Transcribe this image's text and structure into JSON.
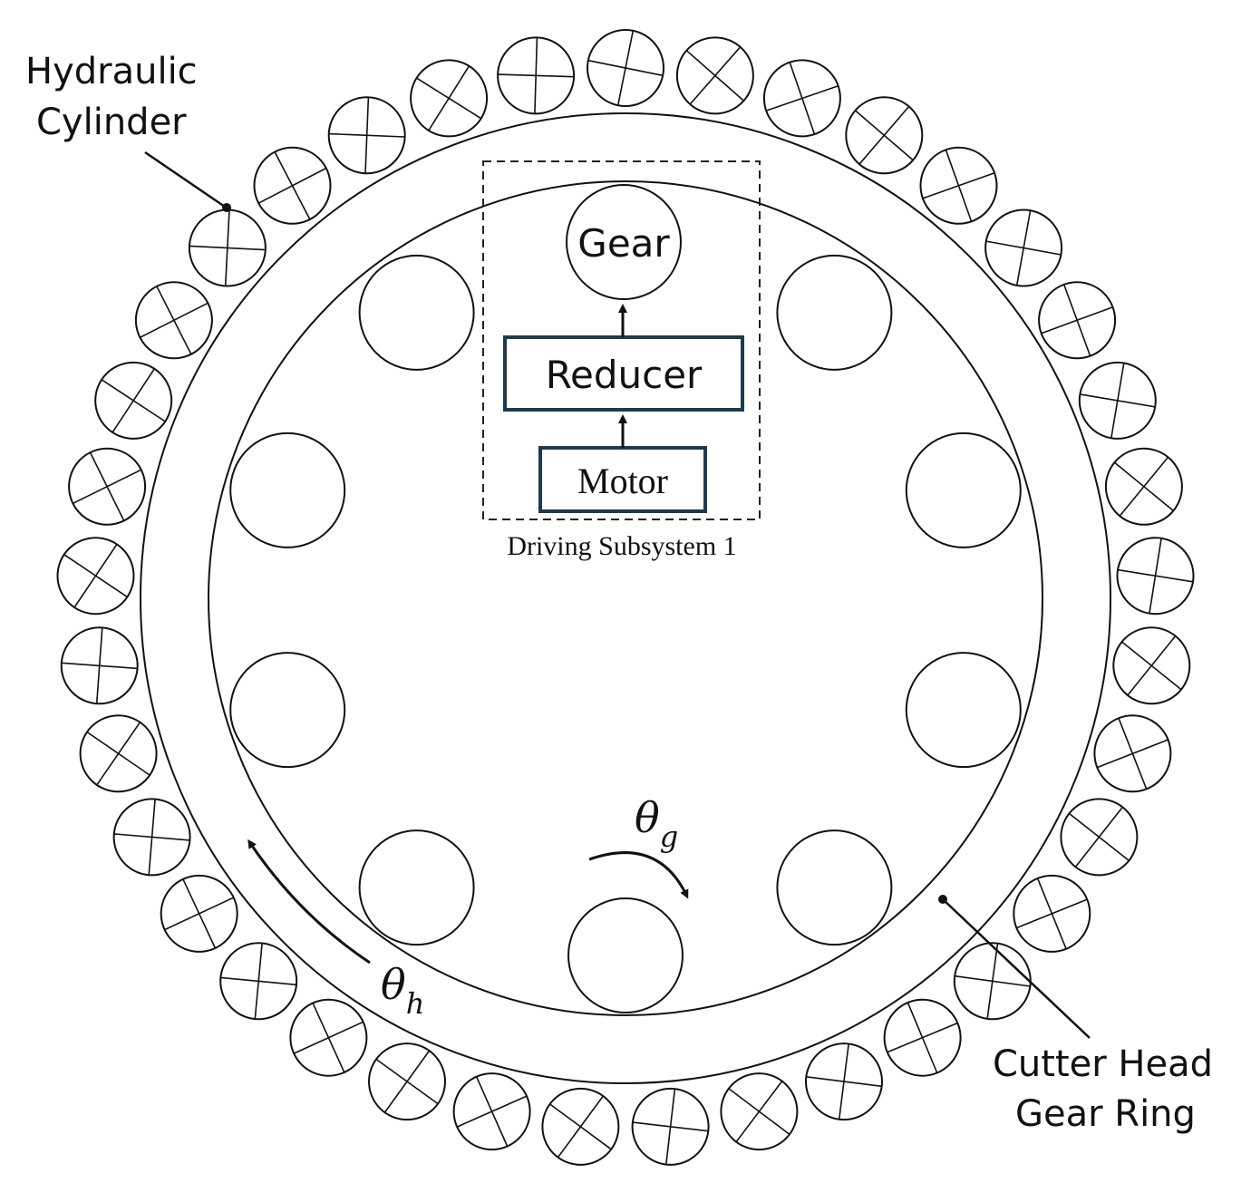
{
  "labels": {
    "hydraulic_line1": "Hydraulic",
    "hydraulic_line2": "Cylinder",
    "gear": "Gear",
    "reducer": "Reducer",
    "motor": "Motor",
    "driving_subsystem": "Driving Subsystem 1",
    "theta_g_symbol": "θ",
    "theta_g_sub": "g",
    "theta_h_symbol": "θ",
    "theta_h_sub": "h",
    "gear_ring_line1": "Cutter Head",
    "gear_ring_line2": "Gear Ring"
  },
  "counts": {
    "hydraulic_cylinders": 37,
    "driving_gears": 10
  },
  "colors": {
    "line": "#111111",
    "box_border": "#1f3a4d"
  }
}
